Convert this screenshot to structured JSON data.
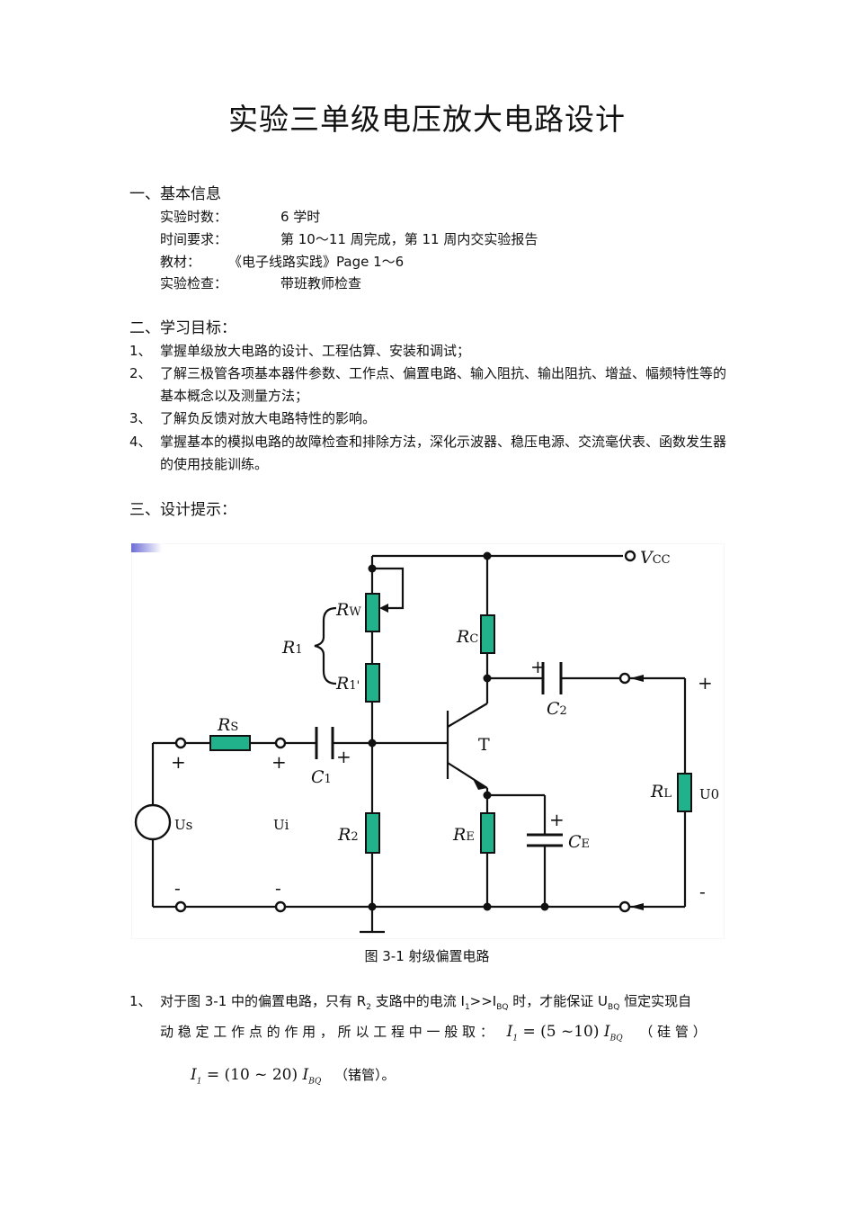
{
  "doc": {
    "title": "实验三单级电压放大电路设计"
  },
  "section1": {
    "heading": "一、基本信息",
    "rows": [
      {
        "key": "实验时数：",
        "value": "6 学时"
      },
      {
        "key": "时间要求：",
        "value": "第 10～11 周完成，第 11 周内交实验报告"
      },
      {
        "key": "教材：",
        "value": "《电子线路实践》Page 1～6"
      },
      {
        "key": "实验检查：",
        "value": "带班教师检查"
      }
    ]
  },
  "section2": {
    "heading": "二、学习目标：",
    "items": [
      {
        "num": "1、",
        "text": "掌握单级放大电路的设计、工程估算、安装和调试；"
      },
      {
        "num": "2、",
        "text": "了解三极管各项基本器件参数、工作点、偏置电路、输入阻抗、输出阻抗、增益、幅频特性等的基本概念以及测量方法；"
      },
      {
        "num": "3、",
        "text": "了解负反馈对放大电路特性的影响。"
      },
      {
        "num": "4、",
        "text": "掌握基本的模拟电路的故障检查和排除方法，深化示波器、稳压电源、交流毫伏表、函数发生器的使用技能训练。"
      }
    ]
  },
  "section3": {
    "heading": "三、设计提示："
  },
  "figure": {
    "caption": "图 3-1  射级偏置电路",
    "labels": {
      "vcc": "V",
      "vcc_sub": "CC",
      "r1": "R",
      "r1_sub": "1",
      "rw": "R",
      "rw_sub": "W",
      "r1p": "R",
      "r1p_sub": "1'",
      "rc": "R",
      "rc_sub": "C",
      "c2": "C",
      "c2_sub": "2",
      "rs": "R",
      "rs_sub": "S",
      "c1": "C",
      "c1_sub": "1",
      "t": "T",
      "r2": "R",
      "r2_sub": "2",
      "re": "R",
      "re_sub": "E",
      "ce": "C",
      "ce_sub": "E",
      "rl": "R",
      "rl_sub": "L",
      "us": "Us",
      "ui": "Ui",
      "uo": "U0",
      "plus": "+",
      "minus": "-"
    }
  },
  "para1": {
    "num": "1、",
    "line1_a": "对于图 3-1 中的偏置电路，只有 R",
    "line1_sub1": "2",
    "line1_b": " 支路中的电流 I",
    "line1_sub2": "1",
    "line1_c": ">>I",
    "line1_sub3": "BQ",
    "line1_d": " 时，才能保证 U",
    "line1_sub4": "BQ",
    "line1_e": " 恒定实现自",
    "line2_a": "动 稳 定 工 作 点 的 作 用 ， 所 以 工 程 中 一 般 取 ：",
    "formula1_i": "I",
    "formula1_sub": "1",
    "formula1_mid": " = (5 ~10) ",
    "formula1_i2": "I",
    "formula1_sub2": "BQ",
    "line2_b": "（ 硅 管 ）",
    "formula2_i": "I",
    "formula2_sub": "1",
    "formula2_mid": " = (10 ~ 20) ",
    "formula2_i2": "I",
    "formula2_sub2": "BQ",
    "line3_b": "（锗管）。"
  }
}
